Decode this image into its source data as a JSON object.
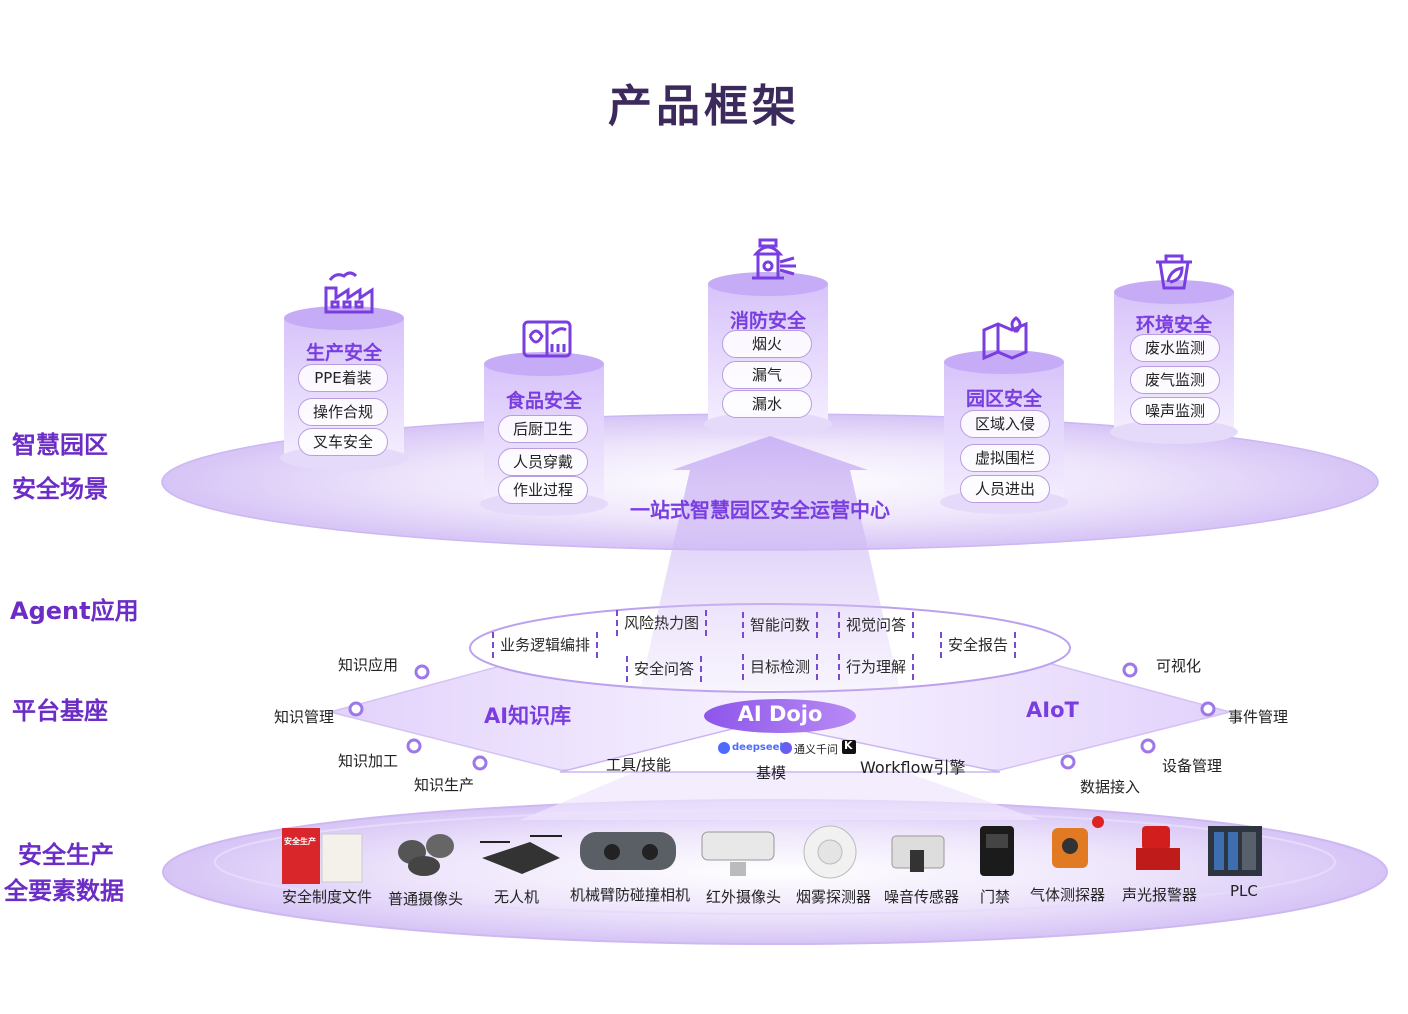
{
  "title": "产品框架",
  "row_labels": {
    "scene_line1": "智慧园区",
    "scene_line2": "安全场景",
    "agent": "Agent应用",
    "platform": "平台基座",
    "data_line1": "安全生产",
    "data_line2": "全要素数据"
  },
  "center_label": "一站式智慧园区安全运营中心",
  "scenes": [
    {
      "title": "生产安全",
      "items": [
        "PPE着装",
        "操作合规",
        "叉车安全"
      ],
      "icon": "factory-icon"
    },
    {
      "title": "食品安全",
      "items": [
        "后厨卫生",
        "人员穿戴",
        "作业过程"
      ],
      "icon": "food-icon"
    },
    {
      "title": "消防安全",
      "items": [
        "烟火",
        "漏气",
        "漏水"
      ],
      "icon": "hydrant-icon"
    },
    {
      "title": "园区安全",
      "items": [
        "区域入侵",
        "虚拟围栏",
        "人员进出"
      ],
      "icon": "map-icon"
    },
    {
      "title": "环境安全",
      "items": [
        "废水监测",
        "废气监测",
        "噪声监测"
      ],
      "icon": "eco-bin-icon"
    }
  ],
  "agent_apps": [
    "业务逻辑编排",
    "风险热力图",
    "智能问数",
    "视觉问答",
    "安全报告",
    "安全问答",
    "目标检测",
    "行为理解"
  ],
  "platform": {
    "ai_knowledge": "AI知识库",
    "ai_dojo": "AI Dojo",
    "aiot": "AIoT",
    "knowledge_tags": [
      "知识应用",
      "知识管理",
      "知识加工",
      "知识生产"
    ],
    "aiot_tags": [
      "可视化",
      "事件管理",
      "设备管理",
      "数据接入"
    ],
    "dojo_tags": [
      "工具/技能",
      "基模",
      "Workflow引擎"
    ],
    "model_logos": [
      "deepseek",
      "通义千问",
      "K"
    ]
  },
  "devices": [
    "安全制度文件",
    "普通摄像头",
    "无人机",
    "机械臂防碰撞相机",
    "红外摄像头",
    "烟雾探测器",
    "噪音传感器",
    "门禁",
    "气体测探器",
    "声光报警器",
    "PLC"
  ],
  "book_label": "安全生产",
  "colors": {
    "accent": "#7a3ee0",
    "label": "#6c2cc6",
    "title": "#3d2a5c"
  }
}
